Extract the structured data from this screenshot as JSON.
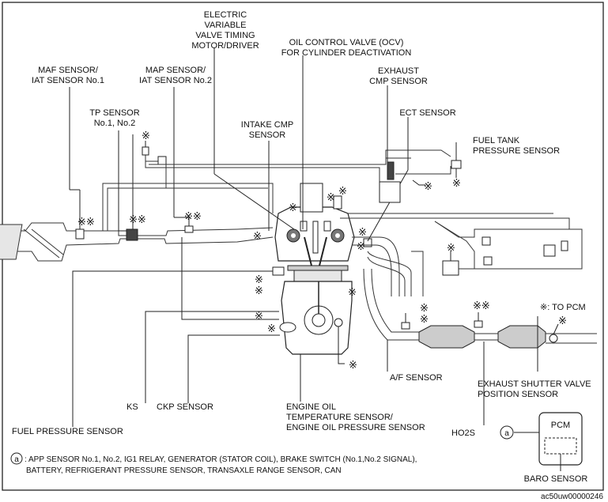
{
  "labels": {
    "evvt_1": "ELECTRIC",
    "evvt_2": "VARIABLE",
    "evvt_3": "VALVE TIMING",
    "evvt_4": "MOTOR/DRIVER",
    "ocv_1": "OIL CONTROL VALVE (OCV)",
    "ocv_2": "FOR CYLINDER DEACTIVATION",
    "exh_cmp_1": "EXHAUST",
    "exh_cmp_2": "CMP SENSOR",
    "maf_1": "MAF SENSOR/",
    "maf_2": "IAT SENSOR No.1",
    "map_1": "MAP SENSOR/",
    "map_2": "IAT SENSOR No.2",
    "tp_1": "TP SENSOR",
    "tp_2": "No.1, No.2",
    "ect": "ECT SENSOR",
    "int_cmp_1": "INTAKE CMP",
    "int_cmp_2": "SENSOR",
    "fts_1": "FUEL TANK",
    "fts_2": "PRESSURE SENSOR",
    "to_pcm": "※: TO PCM",
    "af": "A/F SENSOR",
    "ks": "KS",
    "ckp": "CKP SENSOR",
    "eot_1": "ENGINE OIL",
    "eot_2": "TEMPERATURE SENSOR/",
    "eot_3": "ENGINE OIL PRESSURE SENSOR",
    "esv_1": "EXHAUST SHUTTER VALVE",
    "esv_2": "POSITION SENSOR",
    "fps": "FUEL PRESSURE SENSOR",
    "ho2s": "HO2S",
    "pcm": "PCM",
    "baro": "BARO SENSOR",
    "circle_a": "a",
    "footnote_1": ": APP SENSOR No.1, No.2, IG1 RELAY, GENERATOR (STATOR COIL), BRAKE SWITCH (No.1,No.2 SIGNAL),",
    "footnote_2": "BATTERY, REFRIGERANT PRESSURE SENSOR, TRANSAXLE RANGE SENSOR, CAN",
    "image_code": "ac50uw00000246"
  },
  "symbols": {
    "asterisk": "※",
    "double_asterisk": "※※"
  },
  "colors": {
    "line": "#222222",
    "background": "#ffffff",
    "light_fill": "#e6e6e6"
  }
}
